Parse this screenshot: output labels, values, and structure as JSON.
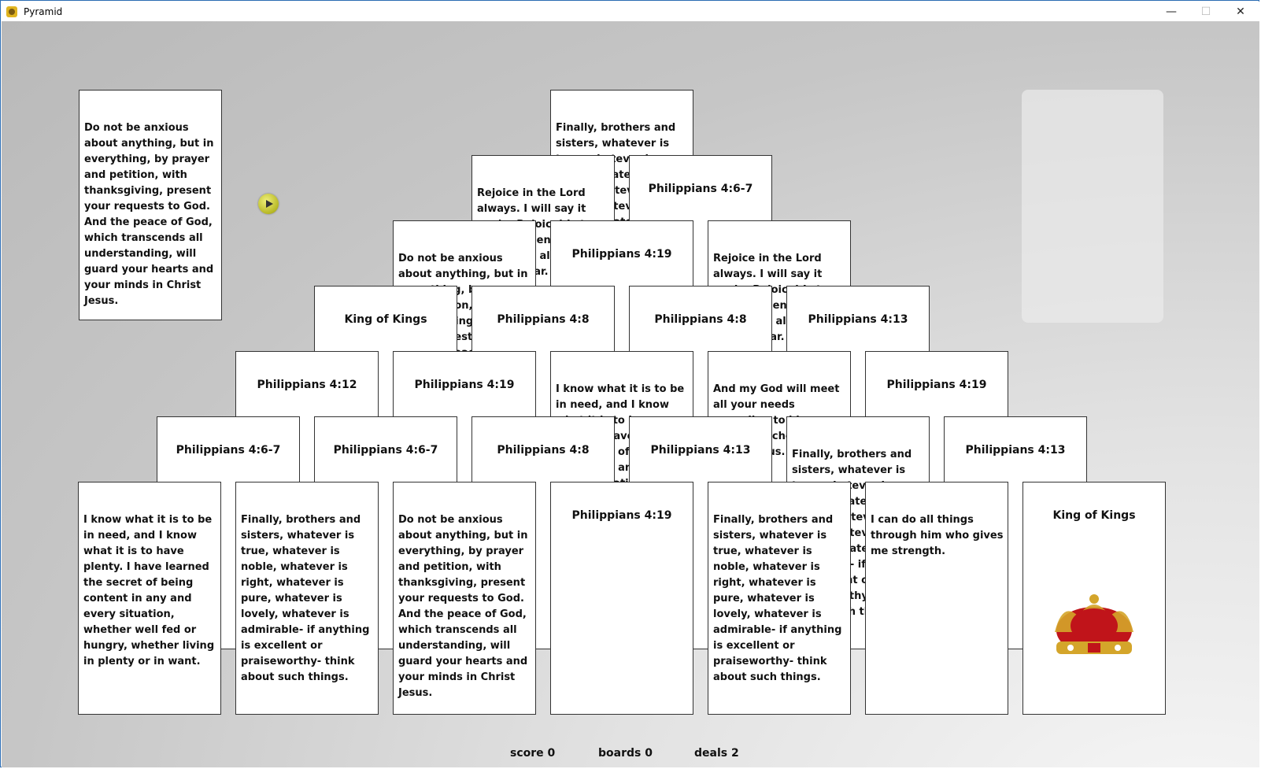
{
  "window": {
    "title": "Pyramid",
    "minimize_glyph": "—",
    "maximize_glyph": "☐",
    "close_glyph": "✕"
  },
  "stock_card": {
    "text": "Do not be anxious about anything, but in everything, by prayer and petition, with thanksgiving, present your requests to God. And the peace of God, which transcends all understanding, will guard your hearts and your minds in Christ Jesus."
  },
  "pyramid": {
    "row1": [
      {
        "text": "Finally, brothers and sisters, whatever is true, whatever is noble, whatever is right, whatever is pure, whatever is lovely, whatever is admirable- if anything is excellent or praiseworthy- think about such things.",
        "kind": "verse"
      }
    ],
    "row2": [
      {
        "text": "Rejoice in the Lord always. I will say it again: Rejoice! Let your gentleness be evident to all. The Lord is near.",
        "kind": "verse"
      },
      {
        "text": "Philippians 4:6-7",
        "kind": "label"
      }
    ],
    "row3": [
      {
        "text": "Do not be anxious about anything, but in everything, by prayer and petition, with thanksgiving, present your requests to God. And the peace of God, which transcends all understanding, will guard your hearts and your minds in Christ Jesus.",
        "kind": "verse"
      },
      {
        "text": "Philippians 4:19",
        "kind": "label"
      },
      {
        "text": "Rejoice in the Lord always. I will say it again: Rejoice! Let your gentleness be evident to all. The Lord is near.",
        "kind": "verse"
      }
    ],
    "row4": [
      {
        "text": "King of Kings",
        "kind": "label"
      },
      {
        "text": "Philippians 4:8",
        "kind": "label"
      },
      {
        "text": "Philippians 4:8",
        "kind": "label"
      },
      {
        "text": "Philippians 4:13",
        "kind": "label"
      }
    ],
    "row5": [
      {
        "text": "Philippians 4:12",
        "kind": "label"
      },
      {
        "text": "Philippians 4:19",
        "kind": "label"
      },
      {
        "text": "I know what it is to be in need, and I know what it is to have plenty. I have learned the secret of being content in any and every situation, whether well fed or hungry, whether living in plenty or in want.",
        "kind": "verse"
      },
      {
        "text": "And my God will meet all your needs according to his glorious riches in Christ Jesus.",
        "kind": "verse"
      },
      {
        "text": "Philippians 4:19",
        "kind": "label"
      }
    ],
    "row6": [
      {
        "text": "Philippians 4:6-7",
        "kind": "label"
      },
      {
        "text": "Philippians 4:6-7",
        "kind": "label"
      },
      {
        "text": "Philippians 4:8",
        "kind": "label"
      },
      {
        "text": "Philippians 4:13",
        "kind": "label"
      },
      {
        "text": "Finally, brothers and sisters, whatever is true, whatever is noble, whatever is right, whatever is pure, whatever is lovely, whatever is admirable- if anything is excellent or praiseworthy- think about such things.",
        "kind": "verse"
      },
      {
        "text": "Philippians 4:13",
        "kind": "label"
      }
    ],
    "row7": [
      {
        "text": "I know what it is to be in need, and I know what it is to have plenty. I have learned the secret of being content in any and every situation, whether well fed or hungry, whether living in plenty or in want.",
        "kind": "verse"
      },
      {
        "text": "Finally, brothers and sisters, whatever is true, whatever is noble, whatever is right, whatever is pure, whatever is lovely, whatever is admirable- if anything is excellent or praiseworthy- think about such things.",
        "kind": "verse"
      },
      {
        "text": "Do not be anxious about anything, but in everything, by prayer and petition, with thanksgiving, present your requests to God. And the peace of God, which transcends all understanding, will guard your hearts and your minds in Christ Jesus.",
        "kind": "verse"
      },
      {
        "text": "Philippians 4:19",
        "kind": "label"
      },
      {
        "text": "Finally, brothers and sisters, whatever is true, whatever is noble, whatever is right, whatever is pure, whatever is lovely, whatever is admirable- if anything is excellent or praiseworthy- think about such things.",
        "kind": "verse"
      },
      {
        "text": "I can do all things through him who gives me strength.",
        "kind": "verse"
      },
      {
        "text": "King of Kings",
        "kind": "label",
        "icon": "crown-icon"
      }
    ]
  },
  "stats": {
    "score": "score 0",
    "boards": "boards 0",
    "deals": "deals 2"
  },
  "colors": {
    "card_border": "#333333",
    "play_button": "#c8c830",
    "crown_red": "#c0141a",
    "crown_gold": "#d4a52a"
  }
}
